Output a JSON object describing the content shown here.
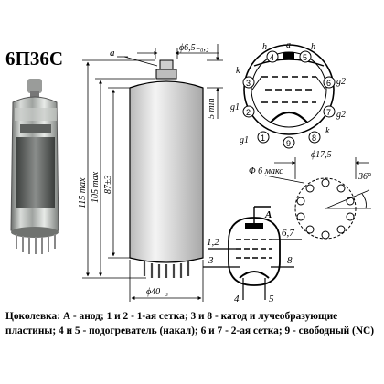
{
  "model": "6П36С",
  "dimensions": {
    "anode_cap_dia": "ϕ6,5₋₀,₂",
    "total_height": "115 max",
    "bulb_height": "105 max",
    "glass_height": "87±3",
    "cap_len": "5 min",
    "bulb_dia": "ϕ40₋₃",
    "socket_dia": "ϕ17,5",
    "pin_dia": "Φ 6 макс",
    "pin_angle": "36°"
  },
  "labels": {
    "anode_marker": "a",
    "pins": {
      "h_left": "h",
      "a_top": "a",
      "h_right": "h",
      "k_left": "k",
      "g1_left": "g1",
      "g1_bottom": "g1",
      "g2_right": "g2",
      "g2_bottom": "g2",
      "k_bottom": "k",
      "n1": "1",
      "n2": "2",
      "n3": "3",
      "n4": "4",
      "n5": "5",
      "n6": "6",
      "n7": "7",
      "n8": "8",
      "n9": "9"
    },
    "schematic": {
      "anode": "A",
      "l12": "1,2",
      "l67": "6,7",
      "l3": "3",
      "l8": "8",
      "l4": "4",
      "l5": "5"
    }
  },
  "caption": "Цоколевка: А - анод; 1 и 2 - 1-ая сетка; 3 и 8 - катод и лучеобразующие пластины; 4 и 5 - подогреватель (накал); 6 и 7 - 2-ая сетка; 9 - свободный (NC)"
}
